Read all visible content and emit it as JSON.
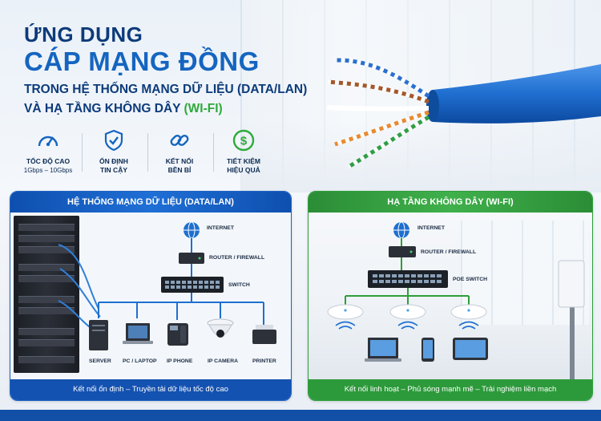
{
  "header": {
    "line1": "ỨNG DỤNG",
    "line2": "CÁP MẠNG ĐỒNG",
    "line3": "TRONG HỆ THỐNG MẠNG DỮ LIỆU (DATA/LAN)",
    "line4_prefix": "VÀ HẠ TẦNG KHÔNG DÂY ",
    "line4_accent": "(WI-FI)"
  },
  "features": [
    {
      "icon": "speedometer-icon",
      "label": "TỐC ĐỘ CAO",
      "sub": "1Gbps – 10Gbps"
    },
    {
      "icon": "shield-check-icon",
      "label": "ỔN ĐỊNH",
      "sub": "TIN CẬY"
    },
    {
      "icon": "link-icon",
      "label": "KẾT NỐI",
      "sub": "BỀN BỈ"
    },
    {
      "icon": "dollar-icon",
      "label": "TIẾT KIỆM",
      "sub": "HIỆU QUẢ"
    }
  ],
  "lan": {
    "title": "HỆ THỐNG MẠNG DỮ LIỆU (DATA/LAN)",
    "internet": "INTERNET",
    "router": "ROUTER / FIREWALL",
    "switch": "SWITCH",
    "devices": [
      "SERVER",
      "PC / LAPTOP",
      "IP PHONE",
      "IP CAMERA",
      "PRINTER"
    ],
    "footer": "Kết nối ổn định – Truyền tải dữ liệu tốc độ cao"
  },
  "wifi": {
    "title": "HẠ TẦNG KHÔNG DÂY (WI-FI)",
    "internet": "INTERNET",
    "router": "ROUTER / FIREWALL",
    "switch": "POE SWITCH",
    "footer": "Kết nối linh hoạt – Phủ sóng mạnh mẽ – Trải nghiệm liền mạch"
  },
  "colors": {
    "navy": "#0d3b7a",
    "blue": "#1565c0",
    "green": "#2eaa3a",
    "cable_blue": "#1f6fd0"
  }
}
